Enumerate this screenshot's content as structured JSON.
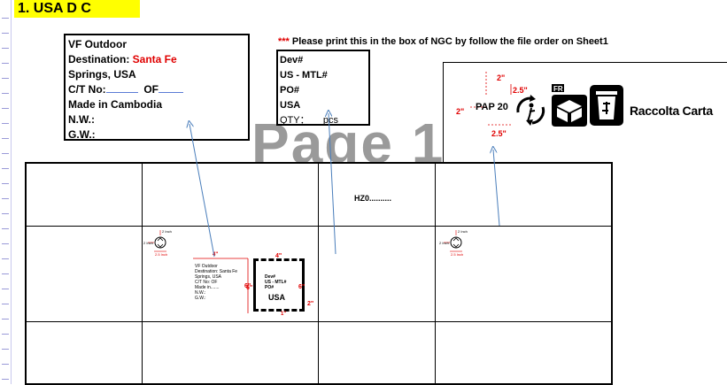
{
  "section": {
    "title": "1. USA D C"
  },
  "label_box": {
    "line1": "VF Outdoor",
    "dest_prefix": "Destination: ",
    "dest_value": "Santa Fe",
    "line3": "Springs, USA",
    "ct_prefix": "C/T No:",
    "ct_of": "OF",
    "made_in": "Made in Cambodia",
    "nw": "N.W.:",
    "gw": "G.W.:"
  },
  "instruction": {
    "stars": "***",
    "text": " Please print this in the box of NGC by follow the file order on Sheet1"
  },
  "ngc_box": {
    "dev": "Dev#",
    "us_mtl": "US - MTL#",
    "po": "PO#",
    "usa": "USA",
    "qty_label": "QTY：",
    "qty_unit": "pcs"
  },
  "watermark": "Page 1",
  "recycle": {
    "dim_2in": "2\"",
    "dim_25in": "2.5\"",
    "dim_2in_left": "2\"",
    "dim_25in_bottom": "2.5\"",
    "pap": "PAP 20",
    "fr": "FR",
    "raccolta": "Raccolta Carta"
  },
  "grid": {
    "hz": "HZ0.........."
  },
  "mini_label": {
    "l1": "VF Outdoor",
    "l2": "Destination: Santa Fe",
    "l3": "Springs, USA",
    "l4": "C/T No:       OF",
    "l5": "Made in.......",
    "l6": "N.W.:",
    "l7": "G.W.:",
    "dim_4": "4\"",
    "dim_6": "6\"",
    "box_dim_4": "4\"",
    "box_dim_6l": "6\"",
    "box_dim_6r": "6\"",
    "box_dim_2": "2\"",
    "box_dim_1": "1\"",
    "box_dev": "Dev#",
    "box_us": "US - MTL#",
    "box_po": "PO#",
    "box_usa": "USA",
    "mini_dim_top": "2 Inch",
    "mini_dim_side": "2 Inch",
    "mini_dim_bottom": "2.5 Inch"
  },
  "colors": {
    "title_bg": "#ffff00",
    "accent_red": "#e00000",
    "arrow_blue": "#4a7ebb"
  }
}
